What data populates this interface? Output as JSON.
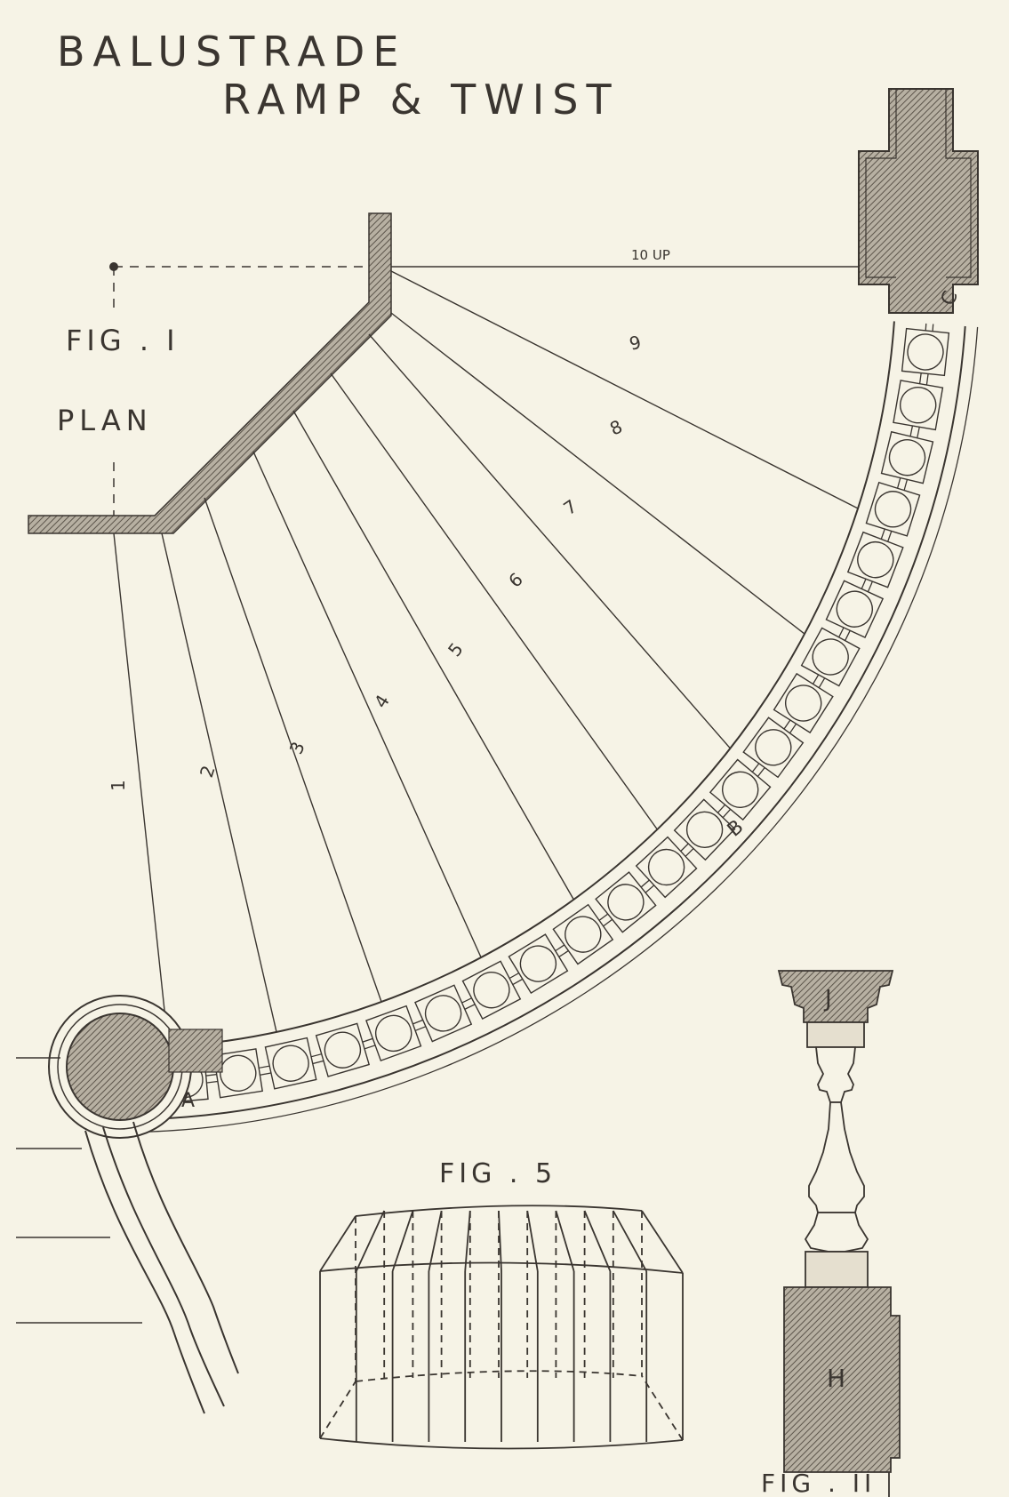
{
  "title": {
    "line1": "BALUSTRADE",
    "line2": "RAMP & TWIST"
  },
  "fig1": {
    "caption": "FIG . I",
    "subcaption": "PLAN",
    "step_labels": [
      "1",
      "2",
      "3",
      "4",
      "5",
      "6",
      "7",
      "8",
      "9",
      "10 UP"
    ],
    "point_labels": [
      "A",
      "B",
      "C"
    ]
  },
  "fig5": {
    "caption": "FIG . 5"
  },
  "fig11": {
    "caption": "FIG . II",
    "labels": [
      "J",
      "H"
    ]
  },
  "colors": {
    "paper": "#f6f3e6",
    "ink": "#3a3530",
    "hatch": "#8a8378"
  }
}
